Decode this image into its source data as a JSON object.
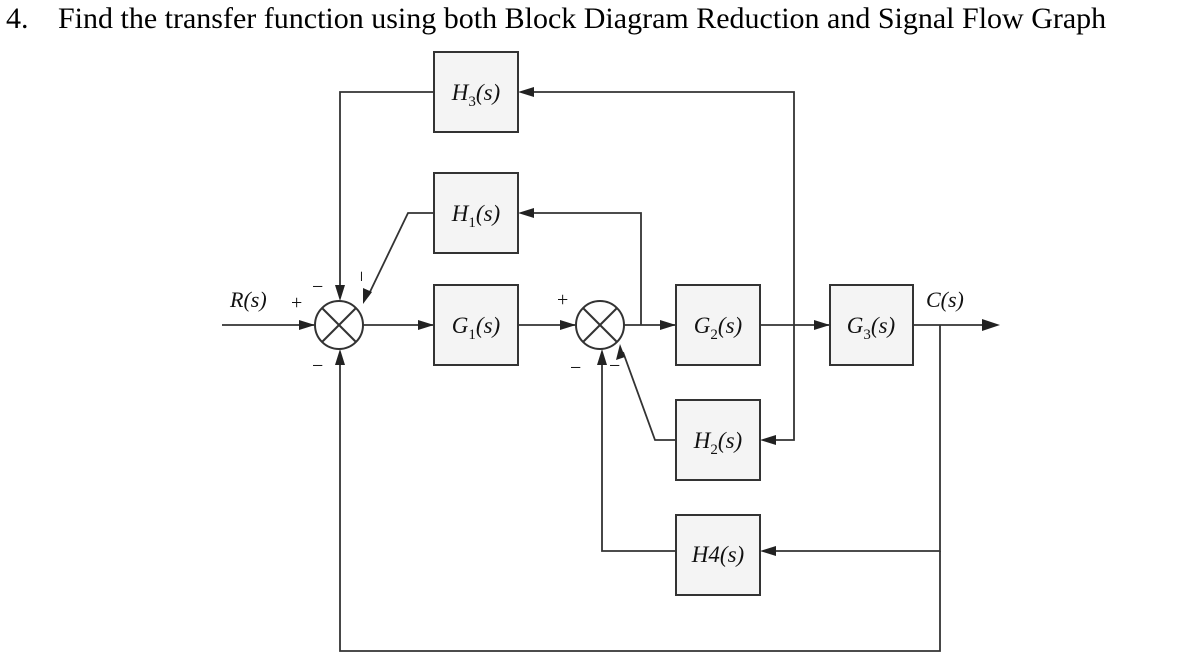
{
  "question": {
    "number": "4.",
    "text": "Find the transfer function using both Block Diagram Reduction and Signal Flow Graph"
  },
  "signals": {
    "input": "R(s)",
    "output": "C(s)"
  },
  "blocks": {
    "g1": {
      "letter": "G",
      "sub": "1",
      "tail": "(s)"
    },
    "g2": {
      "letter": "G",
      "sub": "2",
      "tail": "(s)"
    },
    "g3": {
      "letter": "G",
      "sub": "3",
      "tail": "(s)"
    },
    "h1": {
      "letter": "H",
      "sub": "1",
      "tail": "(s)"
    },
    "h2": {
      "letter": "H",
      "sub": "2",
      "tail": "(s)"
    },
    "h3": {
      "letter": "H",
      "sub": "3",
      "tail": "(s)"
    },
    "h4": {
      "label": "H4(s)"
    }
  },
  "signs": {
    "plus": "+",
    "minus": "−"
  }
}
